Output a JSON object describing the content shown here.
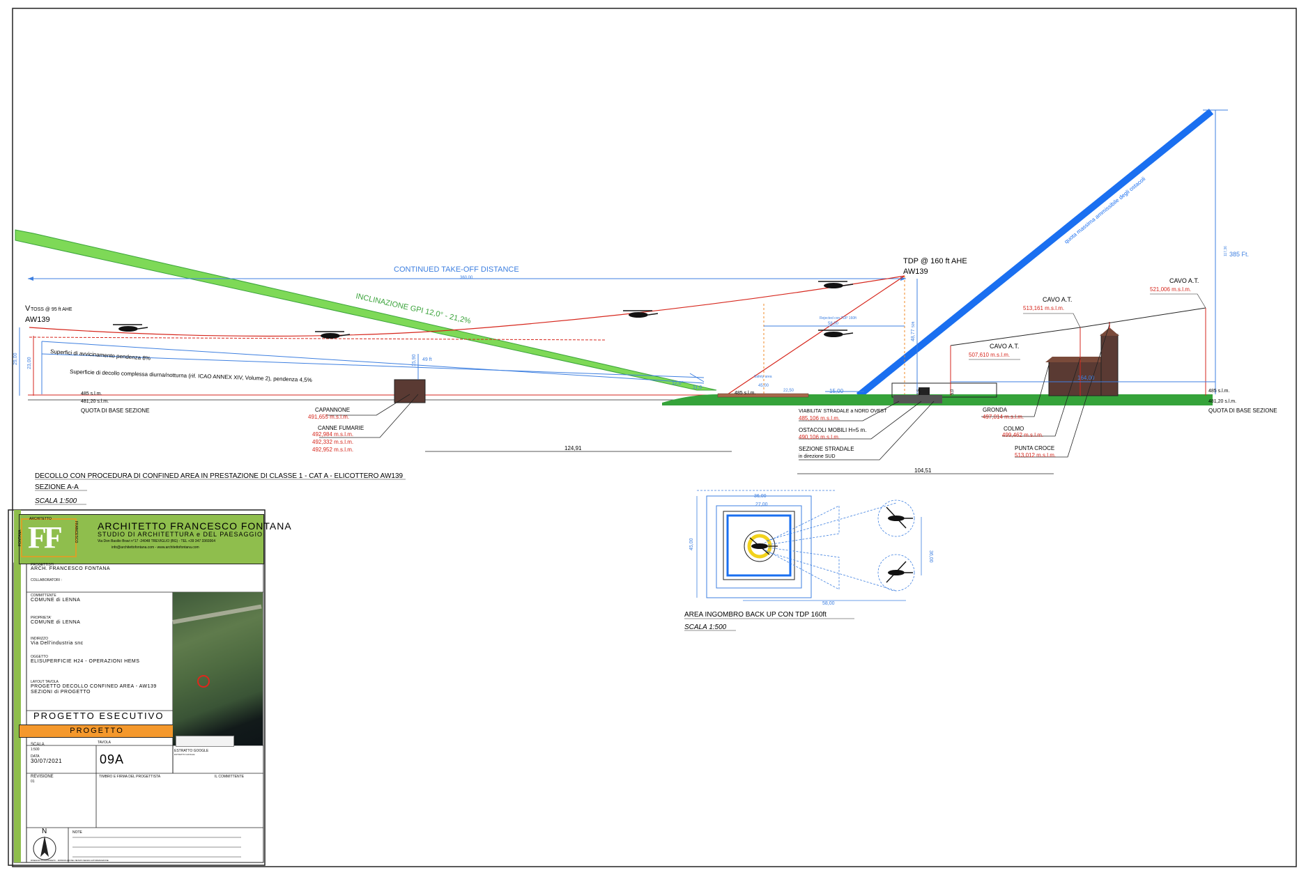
{
  "colors": {
    "blue_line": "#3d7fe0",
    "blue_thick": "#1a6ff0",
    "red_line": "#d6261c",
    "green_band": "#7ed957",
    "green_band_dark": "#3aa33a",
    "ground_green": "#35a33a",
    "orange_dash": "#f08a24",
    "building_fill": "#5a3a33",
    "title_green": "#8fbe4d",
    "project_orange": "#f4982c"
  },
  "section": {
    "vtoss_prefix": "V",
    "vtoss_sub": "TOSS @ 95 ft AHE",
    "vtoss_model": "AW139",
    "tdp_label": "TDP @ 160 ft AHE",
    "tdp_model": "AW139",
    "continued_takeoff": "CONTINUED TAKE-OFF DISTANCE",
    "dist_360": "360,00",
    "gpi_label": "INCLINAZIONE GPI 12,0° - 21,2%",
    "approach_surface": "Superfici di avvicinamento pendenza 8%",
    "takeoff_surface": "Superficie di decollo complessa diurna/notturna (rif. ICAO ANNEX XIV, Volume 2), pendenza 4,5%",
    "quota_max": "quota massima ammissibile degli ostacoli",
    "base_left_1": "485 s.l.m.",
    "base_left_2": "481,20 s.l.m.",
    "base_left_3": "QUOTA DI BASE SEZIONE",
    "base_right_1": "485 s.l.m.",
    "base_right_2": "481,20 s.l.m.",
    "base_right_3": "QUOTA DI BASE SEZIONE",
    "dim_29": "29,00",
    "dim_23": "23,00",
    "dim_1590": "15,90",
    "dim_49ft": "49 ft",
    "dim_120": "12,0°",
    "dim_110": "11,0",
    "dim_485": "485 s.l.m.",
    "dim_4500": "45,00",
    "dim_2250": "22,50",
    "dim_1500": "15,00",
    "dim_5800": "58,00",
    "dim_4877": "48,77",
    "dim_50ft": "50ft",
    "dim_16400": "164,00",
    "dim_385ft": "385 Ft.",
    "dim_11736": "117,36",
    "dim_safety": "Safety area",
    "dim_rejected": "Rejected con TDP 160ft",
    "dim_124": "124,91",
    "dim_104": "104,51",
    "dim_ost1": "0,5",
    "dim_ost2": "5,0",
    "capannone": "CAPANNONE",
    "capannone_q": "491,655 m.s.l.m.",
    "canne": "CANNE FUMARIE",
    "canne_q1": "492,984 m.s.l.m.",
    "canne_q2": "492,332 m.s.l.m.",
    "canne_q3": "492,952 m.s.l.m.",
    "viabilita": "VIABILITA' STRADALE a NORD OVEST",
    "viabilita_q": "485,106 m.s.l.m.",
    "ostacoli": "OSTACOLI MOBILI  H=5 m.",
    "ostacoli_q": "490,106 m.s.l.m.",
    "sezione_str": "SEZIONE STRADALE",
    "sezione_str2": "in direzione SUD",
    "gronda": "GRONDA",
    "gronda_q": "497,014 m.s.l.m.",
    "colmo": "COLMO",
    "colmo_q": "499,462 m.s.l.m.",
    "punta": "PUNTA CROCE",
    "punta_q": "513,012 m.s.l.m.",
    "cavo1": "CAVO A.T.",
    "cavo1_q": "507,610 m.s.l.m.",
    "cavo2": "CAVO A.T.",
    "cavo2_q": "513,161 m.s.l.m.",
    "cavo3": "CAVO A.T.",
    "cavo3_q": "521,006 m.s.l.m.",
    "title1": "DECOLLO CON PROCEDURA DI CONFINED AREA IN PRESTAZIONE DI CLASSE 1 - CAT A - ELICOTTERO AW139",
    "title2": "SEZIONE A-A",
    "scale": "SCALA 1:500"
  },
  "plan": {
    "title": "AREA INGOMBRO BACK UP CON TDP 160ft",
    "scale": "SCALA 1:500",
    "dim_36": "36,00",
    "dim_27": "27,00",
    "dim_45": "45,00",
    "dim_36v": "36,00",
    "dim_58": "58,00"
  },
  "titleblock": {
    "logo": "FF",
    "logo_top": "ARCHITETTO",
    "logo_left": "FONTANA",
    "logo_right": "FRANCESCO",
    "studio": "ARCHITETTO FRANCESCO FONTANA",
    "studio_sub": "STUDIO DI ARCHITETTURA e DEL PAESAGGIO",
    "address": "Via Don Basilio Bravi n°17 -24048 TREVIGLIO (BG) - TEL +39 347 3369364",
    "mail": "info@architettofontana.com - www.architettofontana.com",
    "progettisti_l": "PROGETTISTI :",
    "progettisti_v": "ARCH. FRANCESCO FONTANA",
    "collaboratori_l": "COLLABORATORI :",
    "committente_l": "COMMITTENTE",
    "committente_v": "COMUNE di LENNA",
    "proprieta_l": "PROPRIETA'",
    "proprieta_v": "COMUNE di LENNA",
    "indirizzo_l": "INDIRIZZO",
    "indirizzo_v": "Via Dell'industria snc",
    "oggetto_l": "OGGETTO",
    "oggetto_v": "ELISUPERFICIE H24 - OPERAZIONI HEMS",
    "layout_l": "LAYOUT TAVOLA",
    "layout_v1": "PROGETTO DECOLLO CONFINED AREA - AW139",
    "layout_v2": "SEZIONI di PROGETTO",
    "esecutivo": "PROGETTO ESECUTIVO",
    "progetto": "PROGETTO",
    "scala_l": "SCALA",
    "scala_v": "1:500",
    "tavola_l": "TAVOLA",
    "tavola_v": "09A",
    "data_l": "DATA",
    "data_v": "30/07/2021",
    "estratto": "ESTRATTO GOOGLE",
    "estratto_sub": "ESTRATTO GOOGLE",
    "revisione_l": "REVISIONE",
    "revisione_v": "01",
    "timbro": "TIMBRO E FIRMA DEL PROGETTISTA",
    "committente2": "IL COMMITTENTE",
    "north": "N",
    "note": "NOTE",
    "footer": "DISEGNO DI PROPRIETA' - RIPRODUZIONE VIETATA SENZA AUTORIZZAZIONE"
  }
}
